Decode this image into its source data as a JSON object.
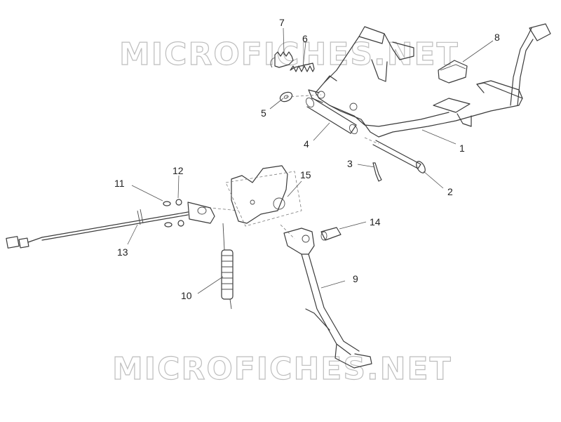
{
  "watermark": {
    "text": "MICROFICHES.NET"
  },
  "callouts": [
    "1",
    "2",
    "3",
    "4",
    "5",
    "6",
    "7",
    "8",
    "9",
    "10",
    "11",
    "12",
    "13",
    "14",
    "15"
  ]
}
